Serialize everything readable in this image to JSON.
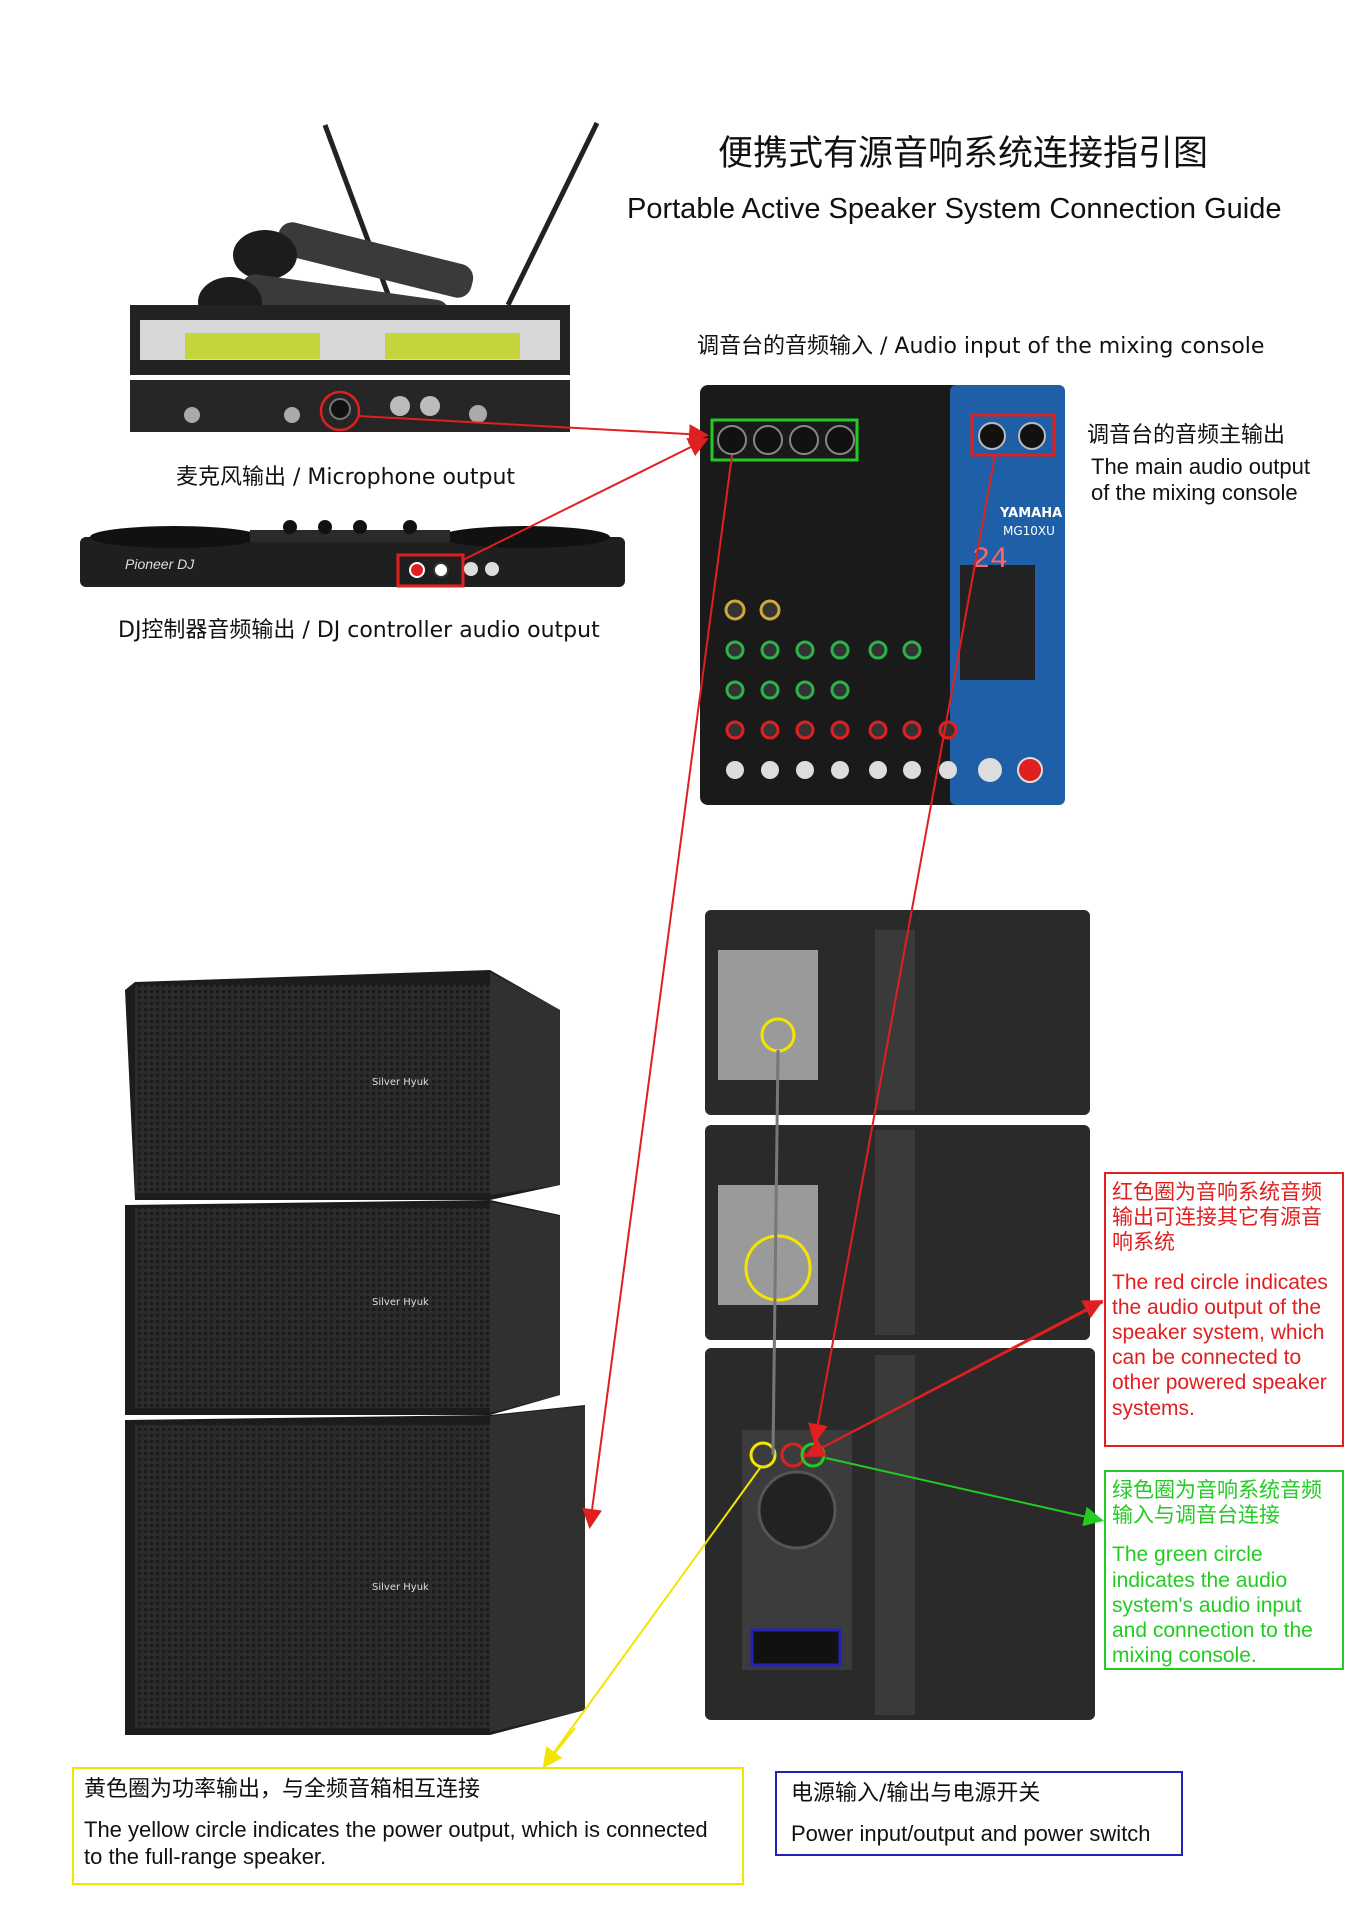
{
  "title": {
    "cn": "便携式有源音响系统连接指引图",
    "en": "Portable Active Speaker System Connection Guide"
  },
  "labels": {
    "mixer_input": "调音台的音频输入 / Audio input of the mixing console",
    "mixer_output_cn": "调音台的音频主输出",
    "mixer_output_en_1": "The main audio output",
    "mixer_output_en_2": "of the mixing console",
    "mic_output": "麦克风输出 / Microphone output",
    "dj_output": "DJ控制器音频输出 / DJ controller audio output",
    "dj_brand": "Pioneer DJ",
    "mixer_brand": "YAMAHA",
    "mixer_model": "MG10XU",
    "mixer_display": "24",
    "speaker_brand": "Silver Hyuk"
  },
  "notes": {
    "red_cn": "红色圈为音响系统音频输出可连接其它有源音响系统",
    "red_en": "The red circle indicates the audio output of the speaker system, which can be connected to other powered speaker systems.",
    "green_cn": "绿色圈为音响系统音频输入与调音台连接",
    "green_en": "The green circle indicates the audio system's audio input and connection to the mixing console.",
    "yellow_cn": "黄色圈为功率输出，与全频音箱相互连接",
    "yellow_en": "The yellow circle indicates the power output, which is connected to the full-range speaker.",
    "blue_cn": "电源输入/输出与电源开关",
    "blue_en": "Power input/output and power switch"
  },
  "colors": {
    "red": "#e02020",
    "green": "#22cc22",
    "yellow": "#f2e600",
    "blue": "#2222bb",
    "mixer_blue": "#1e5fa8",
    "cabinet": "#2a2a2a"
  }
}
